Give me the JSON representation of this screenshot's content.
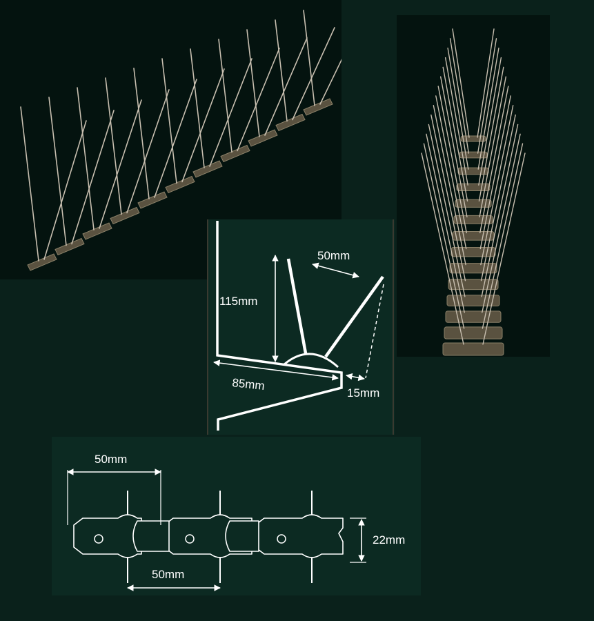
{
  "cross_section": {
    "height_label": "115mm",
    "spacing_label": "50mm",
    "depth_label": "85mm",
    "offset_label": "15mm"
  },
  "strip_plan": {
    "top_pitch_label": "50mm",
    "bottom_pitch_label": "50mm",
    "width_label": "22mm"
  },
  "colors": {
    "background": "#0a211b",
    "photo_background": "#04130f",
    "drawing_background": "#0c2a22",
    "line": "#ffffff",
    "spike": "#c8bfb0",
    "base": "#5a5240"
  }
}
